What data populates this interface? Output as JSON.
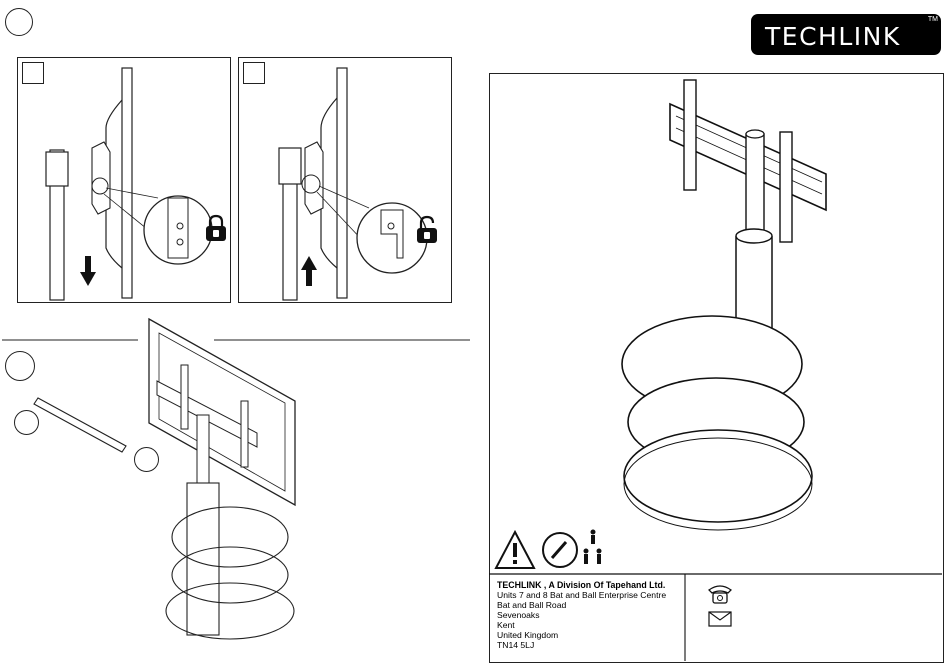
{
  "brand": {
    "logo_text": "TECHLINK",
    "trademark": "TM"
  },
  "step1": {
    "arrows": [
      "down",
      "up"
    ],
    "lock_states": [
      "locked",
      "unlocked"
    ]
  },
  "company": {
    "name": "TECHLINK , A Division Of Tapehand Ltd.",
    "address_lines": [
      "Units 7 and 8 Bat and Ball Enterprise Centre",
      "Bat and Ball Road",
      "Sevenoaks",
      "Kent",
      "United Kingdom",
      "TN14 5LJ"
    ]
  },
  "contact_icons": [
    "telephone-icon",
    "envelope-icon"
  ],
  "safety_icons": [
    "warning-triangle-icon",
    "gauge-tool-icon",
    "persons-icon"
  ]
}
